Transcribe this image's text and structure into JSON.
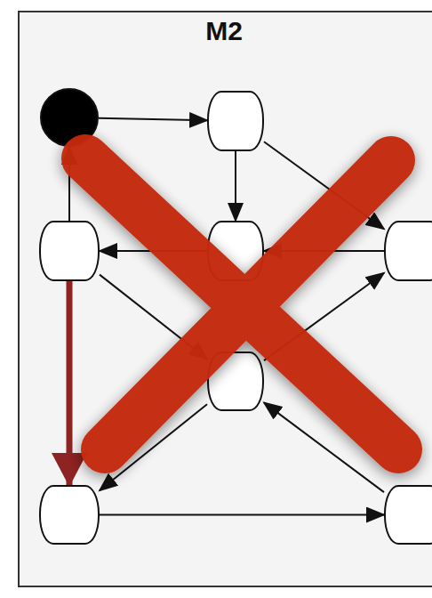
{
  "diagram": {
    "title": "M2",
    "nodes": [
      {
        "text": []
      },
      {
        "text": []
      },
      {
        "text": []
      },
      {
        "text": []
      },
      {
        "text": []
      },
      {
        "text": []
      },
      {
        "text": []
      },
      {
        "text": []
      }
    ],
    "edges": [
      {
        "from": 0,
        "to": 1,
        "arrow": "to"
      },
      {
        "from": 1,
        "to": 3,
        "arrow": "to"
      },
      {
        "from": 1,
        "to": 4,
        "arrow": "to"
      },
      {
        "from": 2,
        "to": 0,
        "arrow": "to"
      },
      {
        "from": 4,
        "to": 3,
        "arrow": "to"
      },
      {
        "from": 3,
        "to": 2,
        "arrow": "to"
      },
      {
        "from": 2,
        "to": 5,
        "arrow": "to"
      },
      {
        "from": 5,
        "to": 4,
        "arrow": "to"
      },
      {
        "from": 2,
        "to": 6,
        "arrow": "to"
      },
      {
        "from": 5,
        "to": 6,
        "arrow": "to"
      },
      {
        "from": 7,
        "to": 5,
        "arrow": "to"
      },
      {
        "from": 6,
        "to": 7,
        "arrow": "to"
      }
    ]
  }
}
